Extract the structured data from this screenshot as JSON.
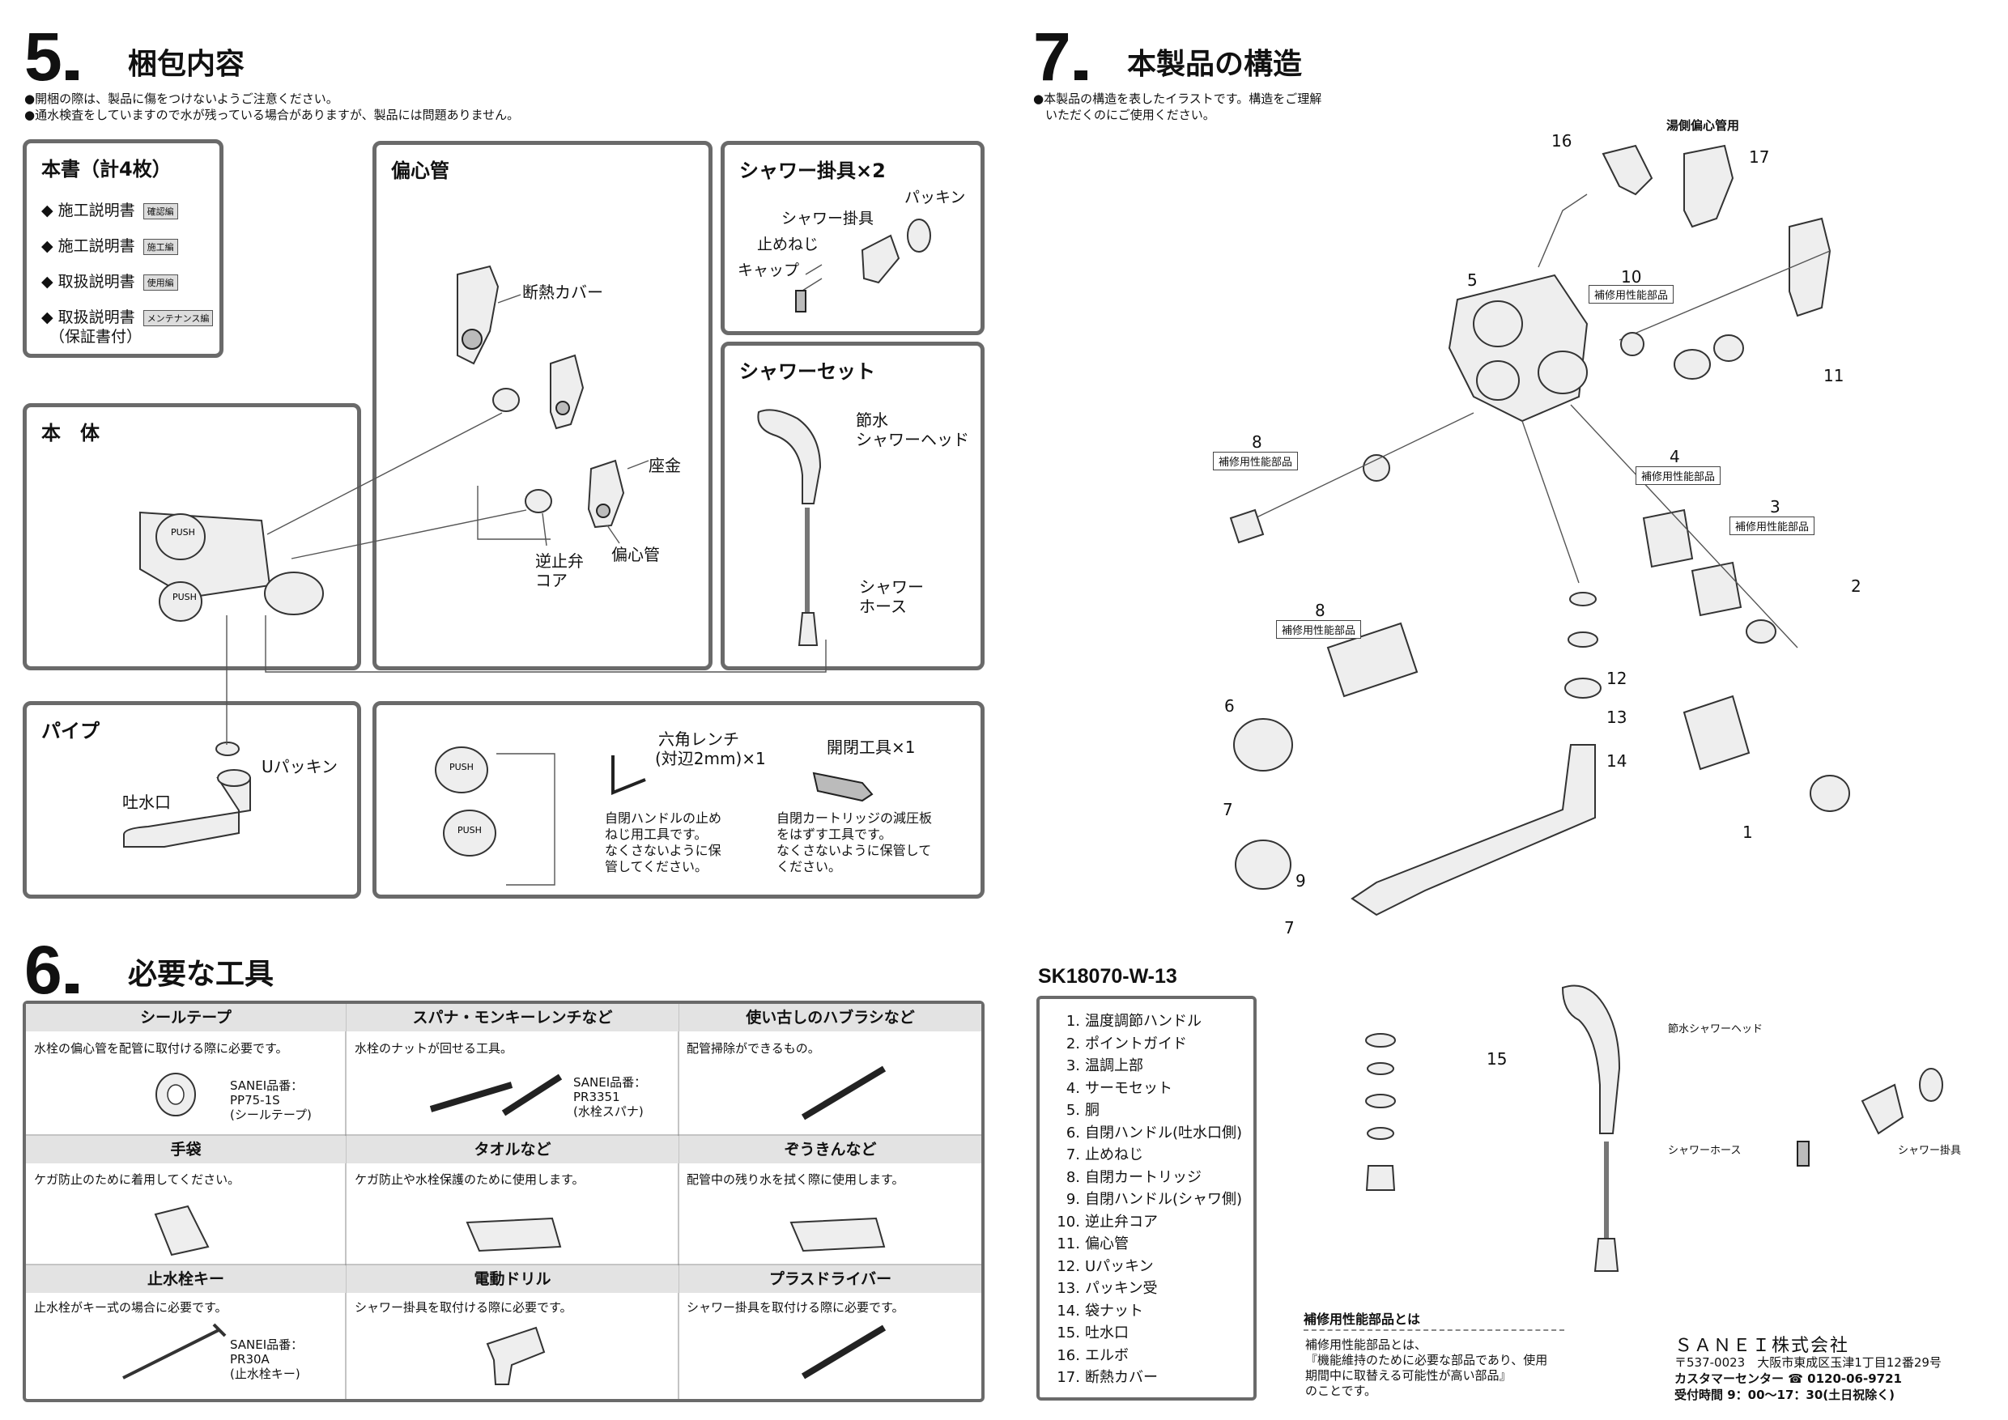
{
  "section5": {
    "number": "5",
    "title": "梱包内容",
    "notes": [
      "●開梱の際は、製品に傷をつけないようご注意ください。",
      "●通水検査をしていますので水が残っている場合がありますが、製品には問題ありません。"
    ],
    "manuals_box": {
      "title": "本書（計4枚）",
      "items": [
        {
          "label": "◆ 施工説明書",
          "badge": "確認編"
        },
        {
          "label": "◆ 施工説明書",
          "badge": "施工編"
        },
        {
          "label": "◆ 取扱説明書",
          "badge": "使用編"
        },
        {
          "label": "◆ 取扱説明書",
          "badge": "メンテナンス編"
        }
      ],
      "warranty": "（保証書付）"
    },
    "eccentric_box": {
      "title": "偏心管",
      "labels": [
        "断熱カバー",
        "座金",
        "逆止弁",
        "コア",
        "偏心管"
      ]
    },
    "hook_box": {
      "title": "シャワー掛具×2",
      "labels": [
        "パッキン",
        "シャワー掛具",
        "止めねじ",
        "キャップ"
      ]
    },
    "shower_box": {
      "title": "シャワーセット",
      "labels": [
        "節水",
        "シャワーヘッド",
        "シャワー",
        "ホース"
      ]
    },
    "body_box": {
      "title": "本　体",
      "push": "PUSH"
    },
    "pipe_box": {
      "title": "パイプ",
      "labels": [
        "Uパッキン",
        "吐水口"
      ]
    },
    "tools_box": {
      "wrench_label1": "六角レンチ",
      "wrench_label2": "(対辺2mm)×1",
      "wrench_desc": [
        "自閉ハンドルの止め",
        "ねじ用工具です。",
        "なくさないように保",
        "管してください。"
      ],
      "opener_label": "開閉工具×1",
      "opener_desc": [
        "自閉カートリッジの減圧板",
        "をはずす工具です。",
        "なくさないように保管して",
        "ください。"
      ]
    }
  },
  "section6": {
    "number": "6",
    "title": "必要な工具",
    "tools": [
      {
        "name": "シールテープ",
        "desc": "水栓の偏心管を配管に取付ける際に必要です。",
        "code": [
          "SANEI品番：",
          "PP75-1S",
          "(シールテープ)"
        ]
      },
      {
        "name": "スパナ・モンキーレンチなど",
        "desc": "水栓のナットが回せる工具。",
        "code": [
          "SANEI品番：",
          "PR3351",
          "(水栓スパナ)"
        ]
      },
      {
        "name": "使い古しのハブラシなど",
        "desc": "配管掃除ができるもの。",
        "code": []
      },
      {
        "name": "手袋",
        "desc": "ケガ防止のために着用してください。",
        "code": []
      },
      {
        "name": "タオルなど",
        "desc": "ケガ防止や水栓保護のために使用します。",
        "code": []
      },
      {
        "name": "ぞうきんなど",
        "desc": "配管中の残り水を拭く際に使用します。",
        "code": []
      },
      {
        "name": "止水栓キー",
        "desc": "止水栓がキー式の場合に必要です。",
        "code": [
          "SANEI品番：",
          "PR30A",
          "(止水栓キー)"
        ]
      },
      {
        "name": "電動ドリル",
        "desc": "シャワー掛具を取付ける際に必要です。",
        "code": []
      },
      {
        "name": "プラスドライバー",
        "desc": "シャワー掛具を取付ける際に必要です。",
        "code": []
      }
    ]
  },
  "section7": {
    "number": "7",
    "title": "本製品の構造",
    "notes": [
      "●本製品の構造を表したイラストです。構造をご理解",
      "　いただくのにご使用ください。"
    ],
    "hot_side_label": "湯側偏心管用",
    "hoju_label": "補修用性能部品",
    "callouts": [
      "1",
      "2",
      "3",
      "4",
      "5",
      "6",
      "7",
      "7",
      "8",
      "8",
      "9",
      "10",
      "11",
      "12",
      "13",
      "14",
      "15",
      "16",
      "17"
    ],
    "shower_head_label": "節水シャワーヘッド",
    "shower_hose_label": "シャワーホース",
    "shower_hook_label": "シャワー掛具",
    "model": "SK18070-W-13",
    "parts": [
      {
        "no": "1.",
        "name": "温度調節ハンドル"
      },
      {
        "no": "2.",
        "name": "ポイントガイド"
      },
      {
        "no": "3.",
        "name": "温調上部"
      },
      {
        "no": "4.",
        "name": "サーモセット"
      },
      {
        "no": "5.",
        "name": "胴"
      },
      {
        "no": "6.",
        "name": "自閉ハンドル(吐水口側)"
      },
      {
        "no": "7.",
        "name": "止めねじ"
      },
      {
        "no": "8.",
        "name": "自閉カートリッジ"
      },
      {
        "no": "9.",
        "name": "自閉ハンドル(シャワ側)"
      },
      {
        "no": "10.",
        "name": "逆止弁コア"
      },
      {
        "no": "11.",
        "name": "偏心管"
      },
      {
        "no": "12.",
        "name": "Uパッキン"
      },
      {
        "no": "13.",
        "name": "パッキン受"
      },
      {
        "no": "14.",
        "name": "袋ナット"
      },
      {
        "no": "15.",
        "name": "吐水口"
      },
      {
        "no": "16.",
        "name": "エルボ"
      },
      {
        "no": "17.",
        "name": "断熱カバー"
      }
    ],
    "hoju_def": {
      "title": "補修用性能部品とは",
      "lines": [
        "補修用性能部品とは、",
        "『機能維持のために必要な部品であり、使用",
        "期間中に取替える可能性が高い部品』",
        "のことです。"
      ]
    },
    "company": {
      "name": "ＳＡＮＥＩ株式会社",
      "address": "〒537-0023　大阪市東成区玉津1丁目12番29号",
      "center": "カスタマーセンター ☎ 0120-06-9721",
      "hours": "受付時間 9：00〜17：30(土日祝除く)"
    }
  }
}
